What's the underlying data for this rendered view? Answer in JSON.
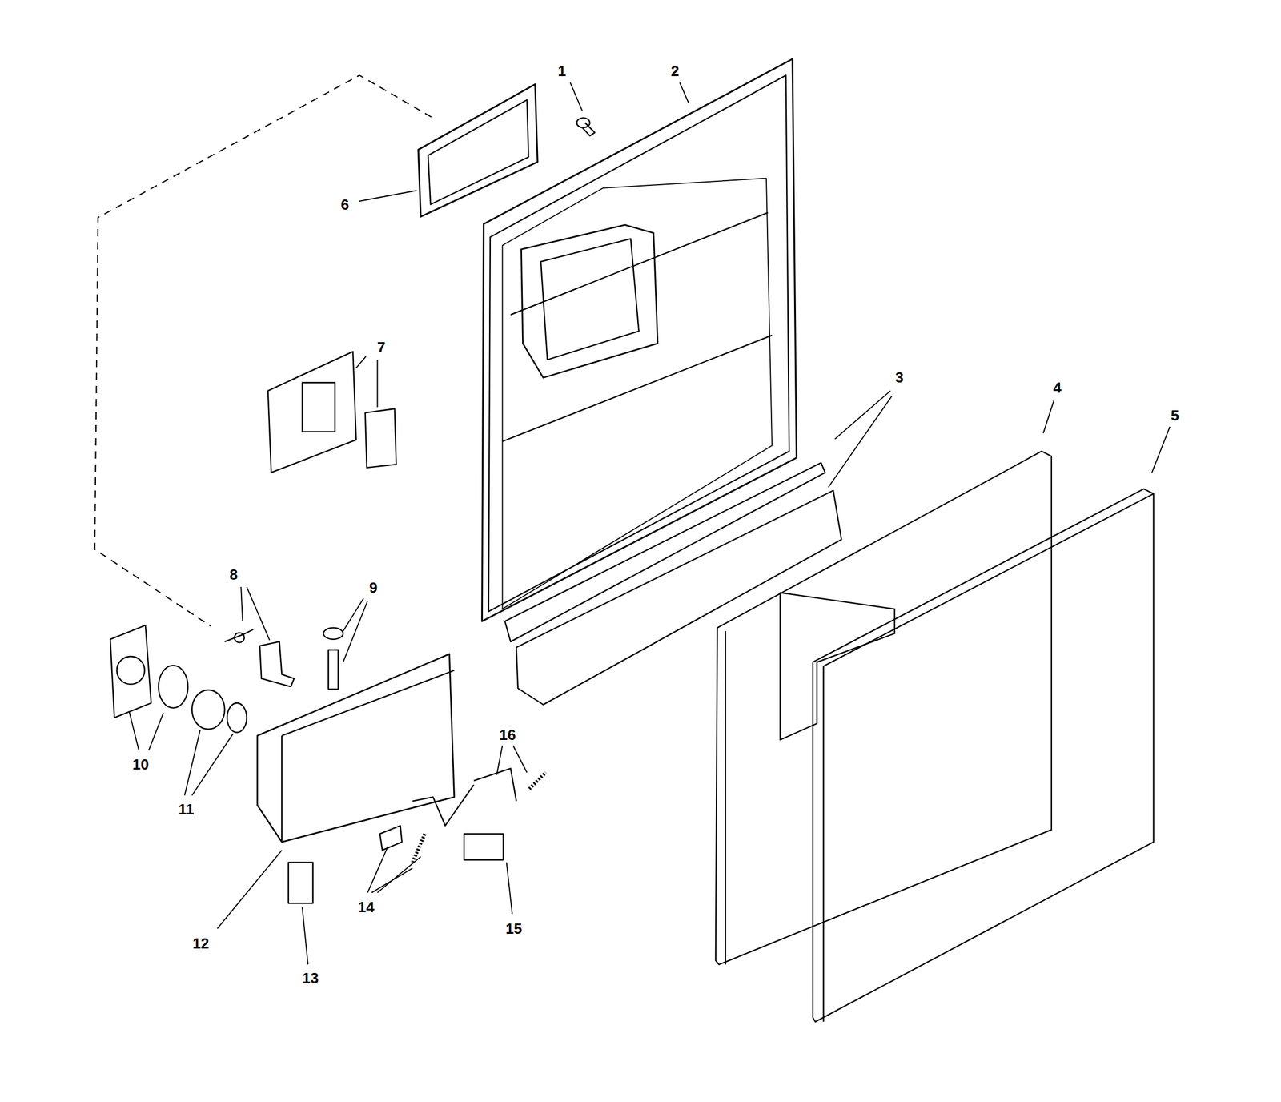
{
  "diagram": {
    "labels": [
      "1",
      "2",
      "6",
      "7",
      "3",
      "4",
      "5",
      "8",
      "9",
      "16",
      "10",
      "11",
      "14",
      "15",
      "12",
      "13"
    ]
  }
}
